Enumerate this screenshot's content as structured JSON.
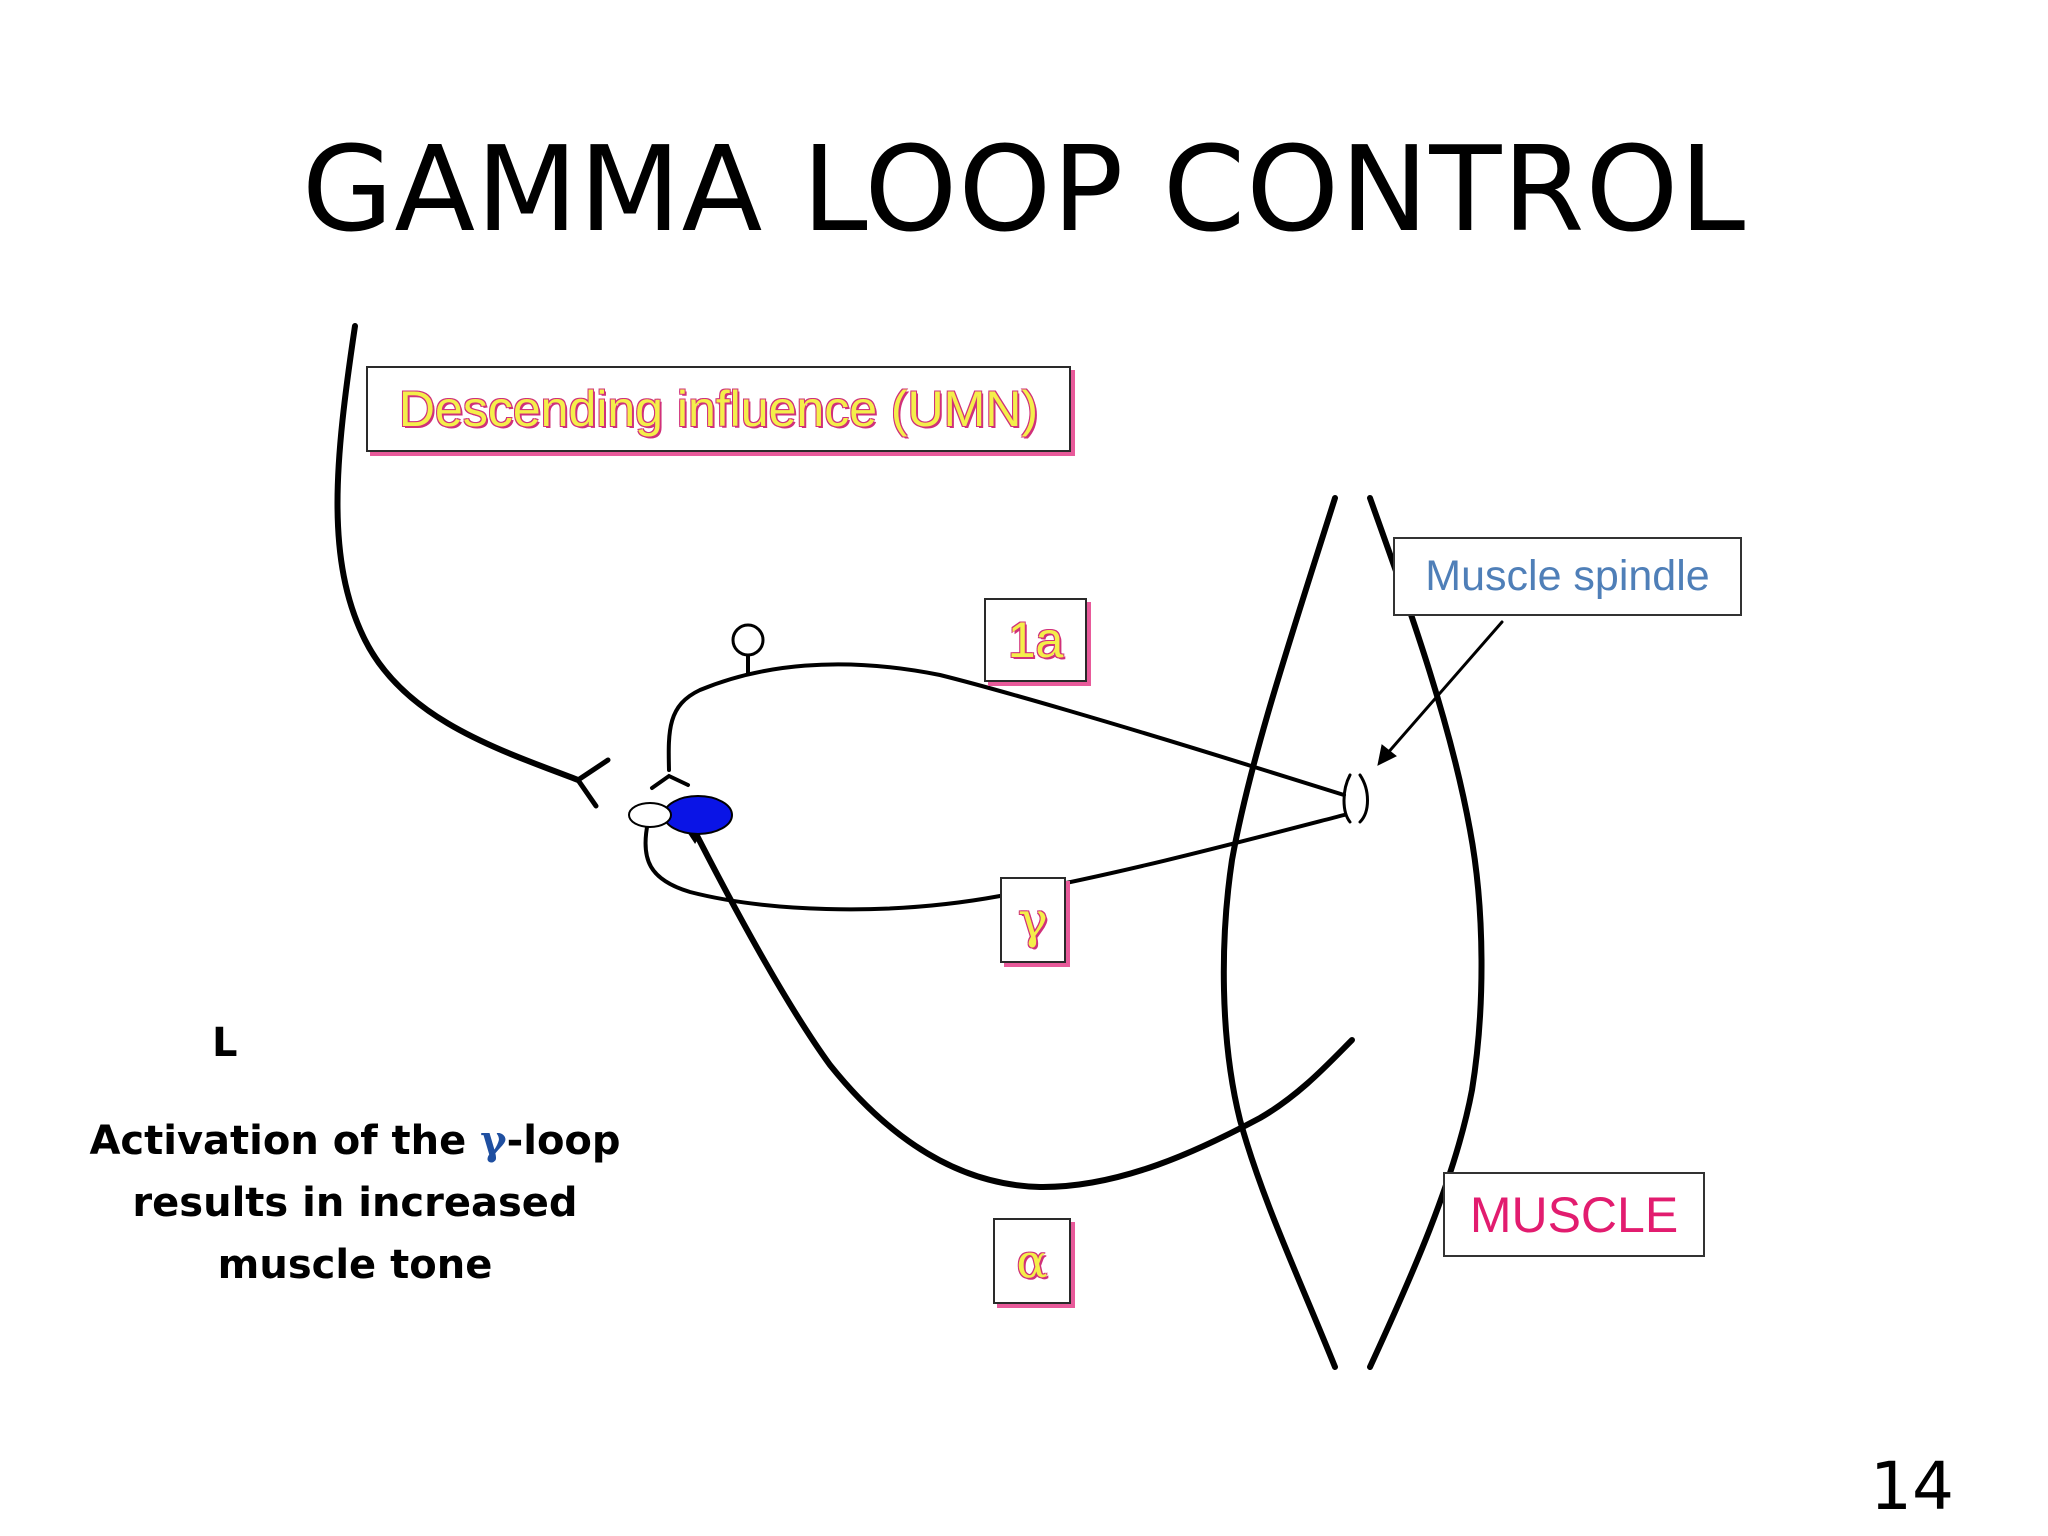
{
  "title": "GAMMA LOOP CONTROL",
  "labels": {
    "descending": "Descending influence (UMN)",
    "one_a": "1a",
    "gamma": "γ",
    "alpha": "α",
    "spindle": "Muscle spindle",
    "muscle": "MUSCLE"
  },
  "caption": {
    "line1_before": "Activation of the ",
    "line1_greek": "γ",
    "line1_after": "-loop",
    "line2": "results in increased",
    "line3": "muscle tone"
  },
  "stray_mark": "L",
  "page_number": "14",
  "colors": {
    "motor_neuron_fill": "#0a14e6",
    "label_text": "#f4ef4a",
    "label_shadow": "#e85a9a",
    "spindle_label": "#4f7fb8",
    "muscle_label": "#e21c6f",
    "caption_greek": "#1f4fa0"
  }
}
